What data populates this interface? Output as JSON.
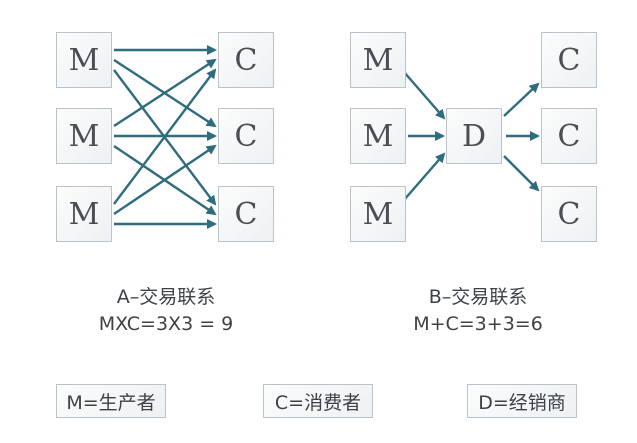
{
  "diagram_a": {
    "producers": [
      "M",
      "M",
      "M"
    ],
    "consumers": [
      "C",
      "C",
      "C"
    ],
    "title": "A–交易联系",
    "formula": "MXC=3X3 = 9"
  },
  "diagram_b": {
    "producers": [
      "M",
      "M",
      "M"
    ],
    "distributor": "D",
    "consumers": [
      "C",
      "C",
      "C"
    ],
    "title": "B–交易联系",
    "formula": "M+C=3+3=6"
  },
  "legend": {
    "producer": "M=生产者",
    "consumer": "C=消费者",
    "distributor": "D=经销商"
  },
  "colors": {
    "arrow": "#2f6d7e"
  }
}
